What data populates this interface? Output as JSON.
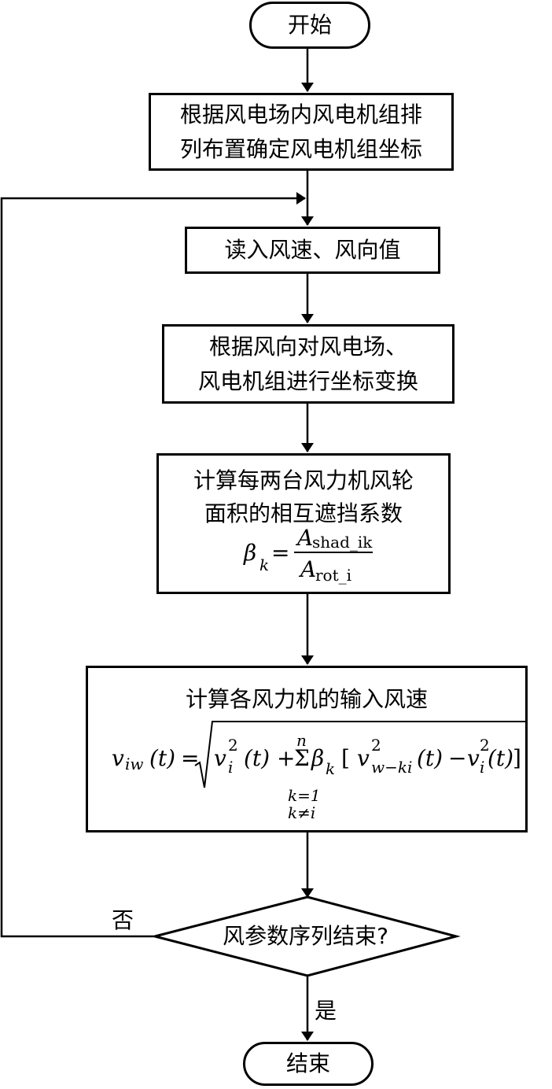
{
  "start": "开始",
  "step1": [
    "根据风电场内风电机组排",
    "列布置确定风电机组坐标"
  ],
  "step2": "读入风速、风向值",
  "step3": [
    "根据风向对风电场、",
    "风电机组进行坐标变换"
  ],
  "step4": {
    "lines": [
      "计算每两台风力机风轮",
      "面积的相互遮挡系数"
    ],
    "formula": {
      "beta": "β",
      "beta_sub": "k",
      "eq": "=",
      "num_A": "A",
      "num_sub": "shad_ik",
      "den_A": "A",
      "den_sub": "rot_i"
    }
  },
  "step5": {
    "title": "计算各风力机的输入风速",
    "formula": {
      "v_lhs": "v",
      "v_lhs_sub": "iw",
      "t_lhs": "(t)",
      "eq": "=",
      "v1": "v",
      "v1_sup": "2",
      "v1_sub": "i",
      "t1": "(t)",
      "plus": "+",
      "sum_top": "n",
      "sum": "Σ",
      "sum_bottom1": "k=1",
      "sum_bottom2": "k≠i",
      "beta": "β",
      "beta_sub": "k",
      "lbracket": "[",
      "v2": "v",
      "v2_sup": "2",
      "v2_sub": "w−ki",
      "t2": "(t)",
      "minus": "−",
      "v3": "v",
      "v3_sup": "2",
      "v3_sub": "i",
      "t3": "(t)",
      "rbracket": "]"
    }
  },
  "decision": "风参数序列结束?",
  "no_label": "否",
  "yes_label": "是",
  "end": "结束"
}
